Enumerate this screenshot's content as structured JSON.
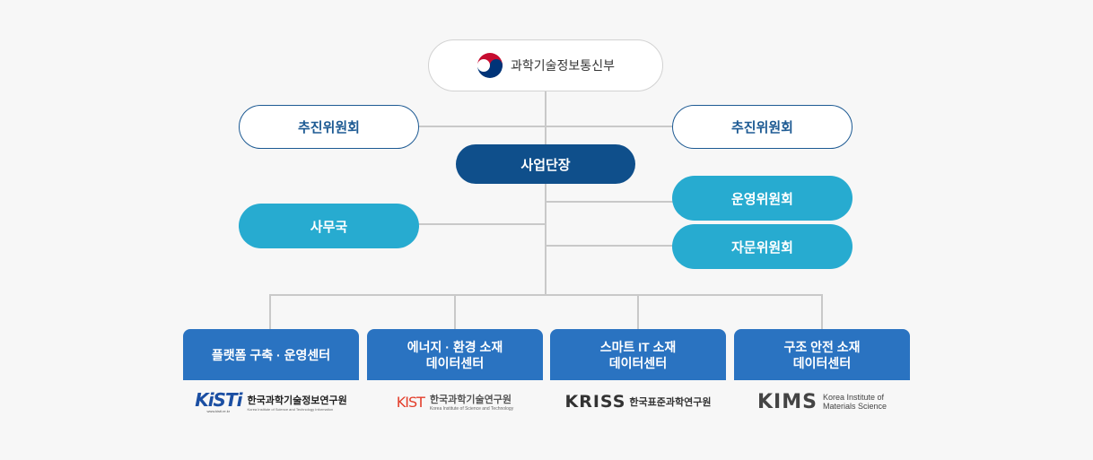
{
  "ministry": {
    "label": "과학기술정보통신부"
  },
  "committees": {
    "left": "추진위원회",
    "right": "추진위원회"
  },
  "director": "사업단장",
  "operations_committee": "운영위원회",
  "advisory_committee": "자문위원회",
  "secretariat": "사무국",
  "centers": [
    {
      "line1": "플랫폼 구축 · 운영센터",
      "line2": ""
    },
    {
      "line1": "에너지 · 환경 소재",
      "line2": "데이터센터"
    },
    {
      "line1": "스마트 IT 소재",
      "line2": "데이터센터"
    },
    {
      "line1": "구조 안전 소재",
      "line2": "데이터센터"
    }
  ],
  "logos": {
    "kisti": {
      "mark": "KiSTi",
      "name": "한국과학기술정보연구원",
      "sub": "Korea Institute of Science and Technology Information",
      "url": "www.kisti.re.kr"
    },
    "kist": {
      "mark": "KIST",
      "name": "한국과학기술연구원",
      "sub": "Korea Institute of Science and Technology"
    },
    "kriss": {
      "mark": "KRISS",
      "name": "한국표준과학연구원"
    },
    "kims": {
      "mark": "KIMS",
      "name1": "Korea Institute of",
      "name2": "Materials Science"
    }
  },
  "colors": {
    "navy": "#0f4f8b",
    "cyan": "#27abd0",
    "center_blue": "#2a73c1",
    "outline": "#1d5a93"
  }
}
